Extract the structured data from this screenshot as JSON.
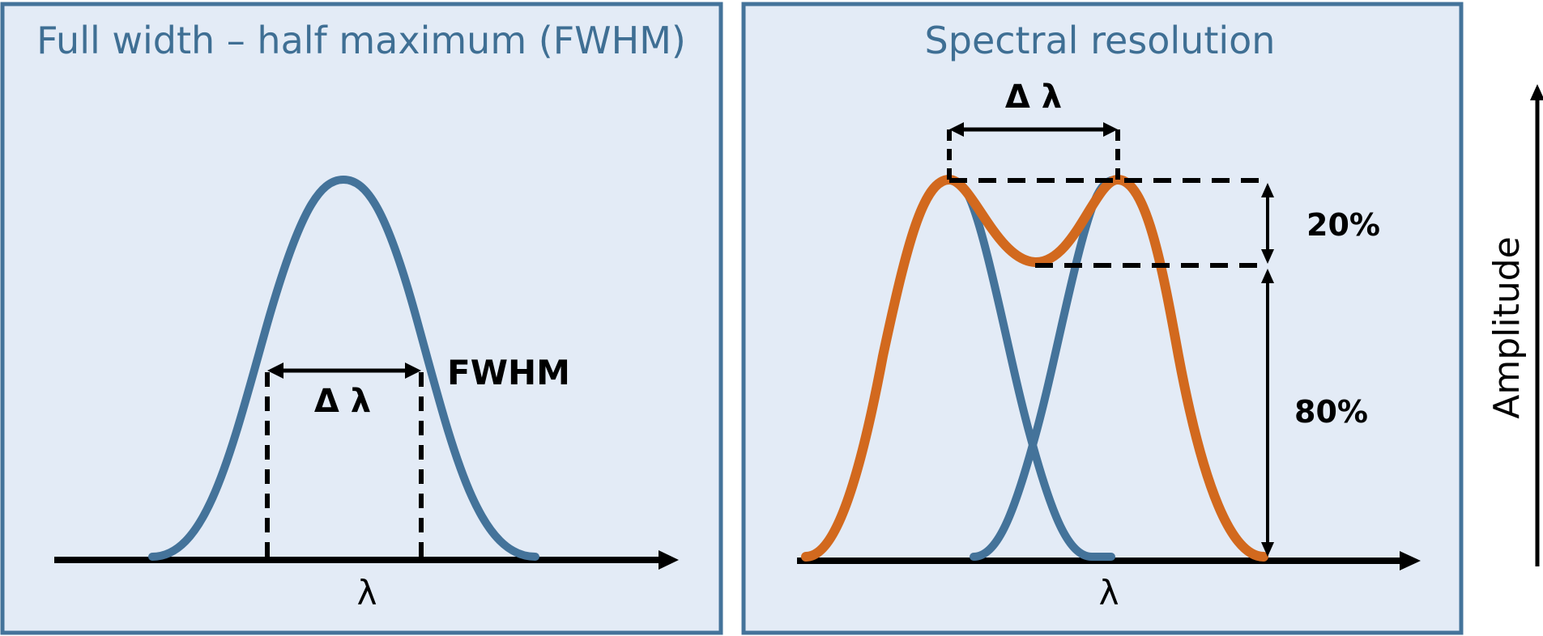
{
  "colors": {
    "panel_fill": "#e3ebf6",
    "panel_border": "#44739a",
    "blue_curve": "#44739a",
    "orange_curve": "#d2691e",
    "title": "#3f6f94"
  },
  "left_panel": {
    "title": "Full width – half maximum (FWHM)",
    "delta_label": "Δ λ",
    "fwhm_label": "FWHM",
    "axis_label": "λ"
  },
  "right_panel": {
    "title": "Spectral resolution",
    "delta_label": "Δ λ",
    "pct_top": "20%",
    "pct_bottom": "80%",
    "axis_label": "λ"
  },
  "amplitude_label": "Amplitude"
}
